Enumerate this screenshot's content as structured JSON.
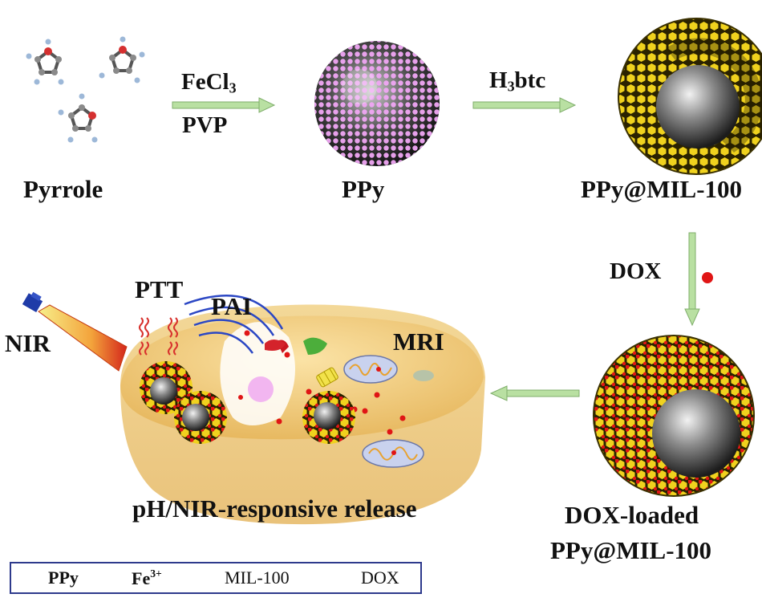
{
  "labels": {
    "pyrrole": "Pyrrole",
    "ppy": "PPy",
    "ppy_mil": "PPy@MIL-100",
    "dox_loaded_line1": "DOX-loaded",
    "dox_loaded_line2": "PPy@MIL-100",
    "release": "pH/NIR-responsive release",
    "nir": "NIR",
    "ptt": "PTT",
    "pai": "PAI",
    "mri": "MRI"
  },
  "reagents": {
    "fecl": "FeCl",
    "fecl_sub": "3",
    "pvp": "PVP",
    "h": "H",
    "h_sub": "3",
    "btc": "btc",
    "dox": "DOX"
  },
  "legend": {
    "ppy": "PPy",
    "fe": "Fe",
    "fe_sup": "3+",
    "mil": "MIL-100",
    "dox": "DOX"
  },
  "colors": {
    "ppy_core": "#3a3a3a",
    "fe_ion": "#e9a3ef",
    "mil_yellow": "#e8c81c",
    "dox_red": "#e01515",
    "arrow_green": "#b9e0a2",
    "cell_body": "#f0c877",
    "legend_border": "#2e3a8c"
  }
}
